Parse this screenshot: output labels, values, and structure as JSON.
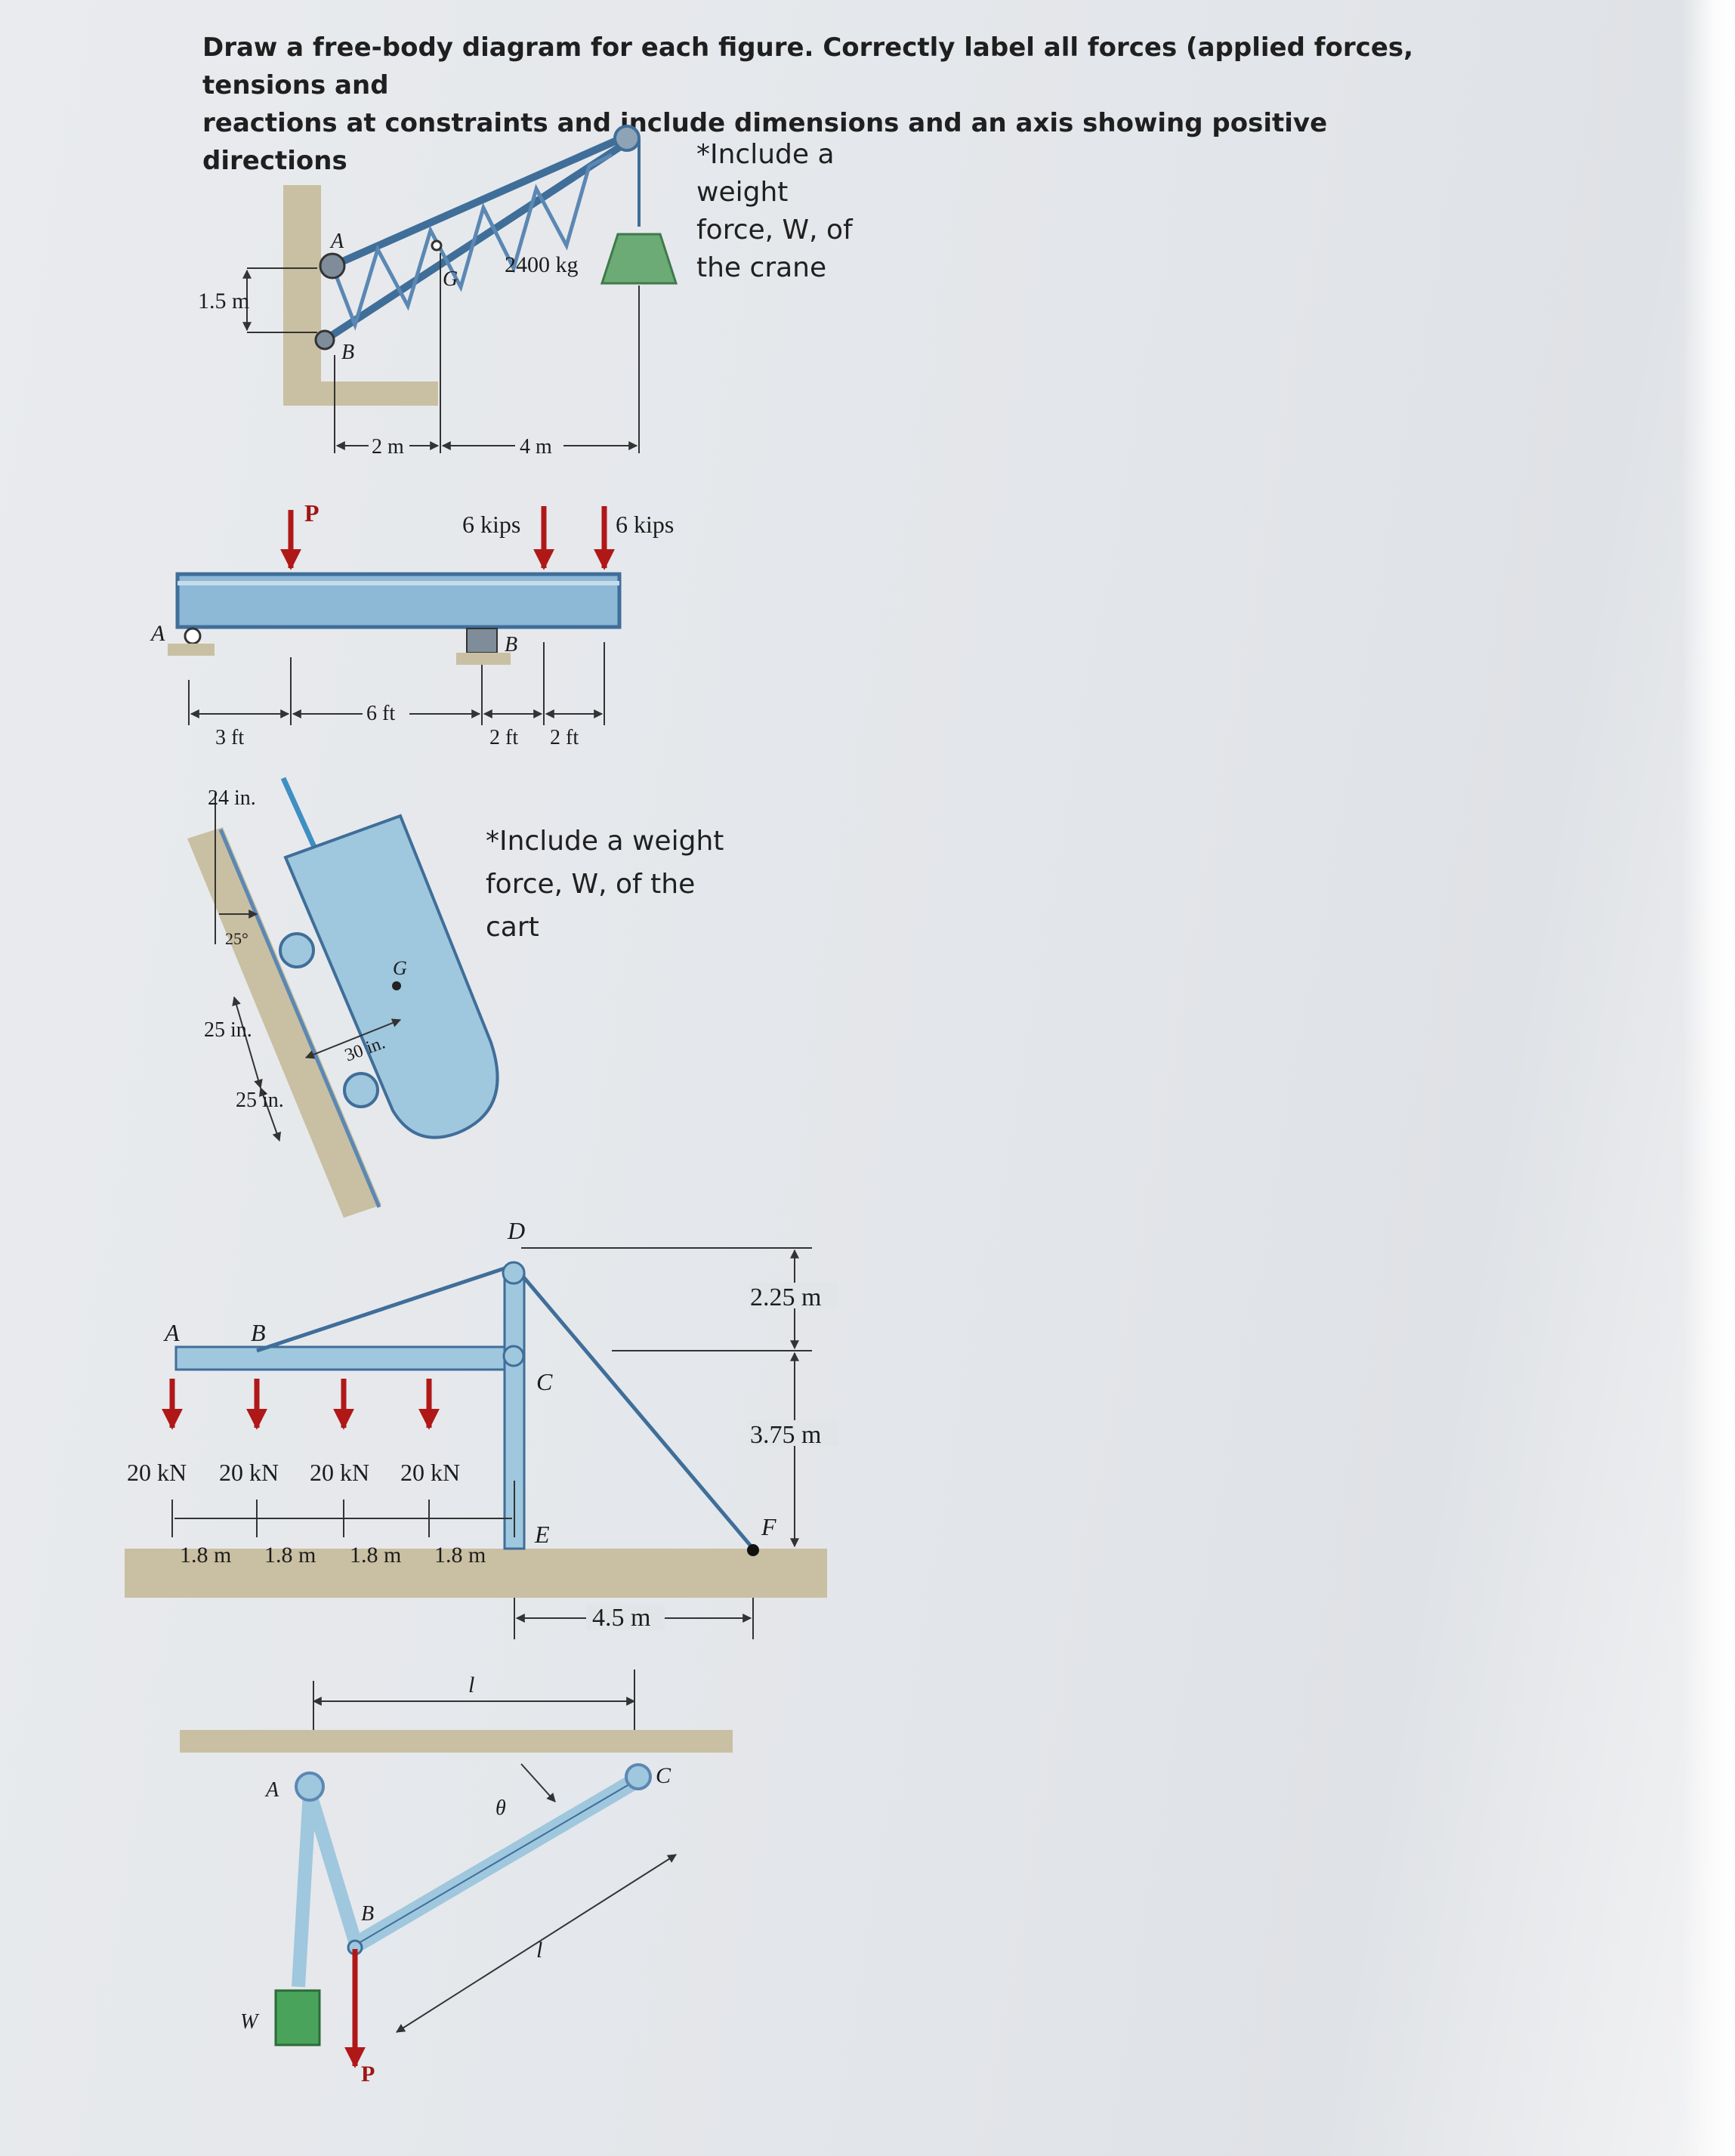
{
  "instructions": {
    "line1": "Draw a free-body diagram for each figure. Correctly label all forces (applied forces, tensions and",
    "line2": "reactions at constraints and include dimensions and an axis showing positive directions"
  },
  "figure1": {
    "note": [
      "*Include a",
      "weight",
      "force, W, of",
      "the crane"
    ],
    "labels": {
      "A": "A",
      "B": "B",
      "G": "G",
      "mass": "2400 kg",
      "height": "1.5 m",
      "dim1": "2 m",
      "dim2": "4 m"
    }
  },
  "figure2": {
    "labels": {
      "A": "A",
      "B": "B",
      "P": "P",
      "load1": "6 kips",
      "load2": "6 kips",
      "dim1": "3 ft",
      "dim2": "6 ft",
      "dim3": "2 ft",
      "dim4": "2 ft"
    }
  },
  "figure3": {
    "note": [
      "*Include a weight",
      "force, W, of the",
      "cart"
    ],
    "labels": {
      "d24": "24 in.",
      "angle": "25°",
      "d25a": "25 in.",
      "d25b": "25 in.",
      "d30": "30 in.",
      "G": "G"
    }
  },
  "figure4": {
    "labels": {
      "A": "A",
      "B": "B",
      "C": "C",
      "D": "D",
      "E": "E",
      "F": "F",
      "loads": [
        "20 kN",
        "20 kN",
        "20 kN",
        "20 kN"
      ],
      "spans": [
        "1.8 m",
        "1.8 m",
        "1.8 m",
        "1.8 m"
      ],
      "h1": "2.25 m",
      "h2": "3.75 m",
      "w": "4.5 m"
    }
  },
  "figure5": {
    "labels": {
      "A": "A",
      "B": "B",
      "C": "C",
      "W": "W",
      "P": "P",
      "theta": "θ",
      "l_top": "l",
      "l_diag": "l"
    }
  }
}
